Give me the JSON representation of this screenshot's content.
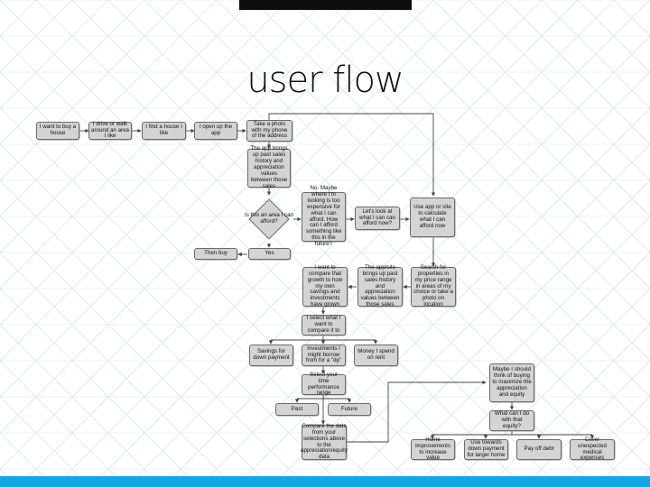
{
  "title": "user flow",
  "nodes": {
    "buy_house": "I want to buy a house",
    "drive_around": "I drive or walk around an area I like",
    "find_house": "I find a house I like",
    "open_app": "I open up the app",
    "take_photo": "Take a photo with my phone of the address",
    "app_brings": "The app brings up past sales history and appreciation values between those sales",
    "afford_question": "Is this an area I can afford?",
    "no_maybe": "No. Maybe where I'm looking is too expensive for what I can afford. How can I afford something like this in the future?",
    "lets_look": "Let's look at what I can can afford now?",
    "use_app": "Use app or site to calculate what I can afford now",
    "yes": "Yes",
    "then_buy": "Then buy",
    "search_props": "Search for properties in my price range in areas of my choice or take a photo on location",
    "app_site_brings": "The app/site brings up past sales history and appreciation values between those sales",
    "compare_growth": "I want to compare that growth to how my own savings and investments have grown",
    "select_what": "I select what I want to compare it to",
    "savings": "Savings for down payment",
    "investments": "Investments I might borrow from for a \"dp\"",
    "money_rent": "Money I spend on rent",
    "select_time": "Select your time performance range",
    "past": "Past",
    "future": "Future",
    "compare_data": "Compare the data from your selections above to the appreciation/equity data",
    "maybe_buying": "Maybe I should think of buying to maximize the appreciation and equity",
    "what_can": "What can I do with that equity?",
    "home_improvements": "Home improvements to increase value",
    "down_payment_larger": "Use towards down payment for larger home",
    "pay_debt": "Pay off debt",
    "cover_medical": "Cover unexpected medical expenses"
  }
}
